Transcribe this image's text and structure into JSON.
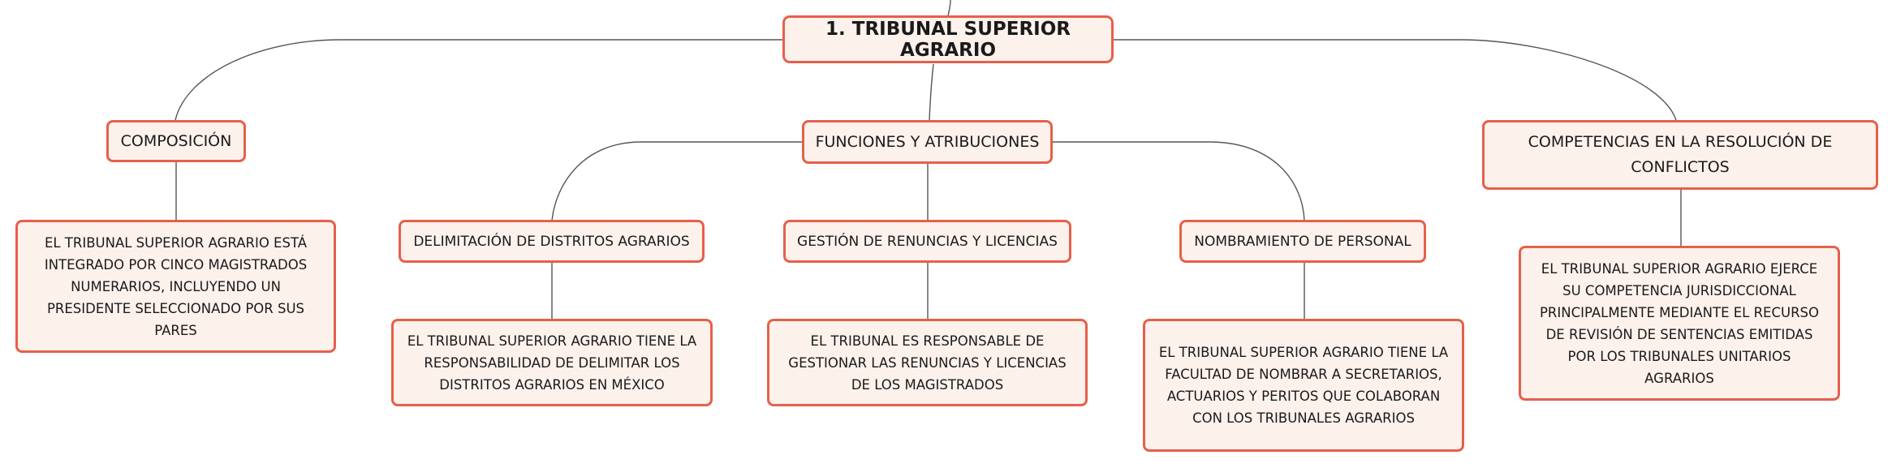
{
  "root": {
    "label": "1. TRIBUNAL SUPERIOR AGRARIO"
  },
  "composicion": {
    "label": "COMPOSICIÓN",
    "detail": "EL TRIBUNAL SUPERIOR AGRARIO ESTÁ INTEGRADO POR CINCO MAGISTRADOS NUMERARIOS, INCLUYENDO UN PRESIDENTE SELECCIONADO POR SUS PARES"
  },
  "funciones": {
    "label": "FUNCIONES Y ATRIBUCIONES",
    "delimitacion": {
      "label": "DELIMITACIÓN DE DISTRITOS AGRARIOS",
      "detail": "EL TRIBUNAL SUPERIOR AGRARIO TIENE LA RESPONSABILIDAD DE DELIMITAR LOS DISTRITOS AGRARIOS EN MÉXICO"
    },
    "gestion": {
      "label": "GESTIÓN DE RENUNCIAS Y LICENCIAS",
      "detail": "EL TRIBUNAL ES RESPONSABLE DE GESTIONAR LAS RENUNCIAS Y LICENCIAS DE LOS MAGISTRADOS"
    },
    "nombramiento": {
      "label": "NOMBRAMIENTO DE PERSONAL",
      "detail": "EL TRIBUNAL SUPERIOR AGRARIO TIENE LA FACULTAD DE NOMBRAR A SECRETARIOS, ACTUARIOS Y PERITOS QUE COLABORAN CON LOS TRIBUNALES AGRARIOS"
    }
  },
  "competencias": {
    "label": "COMPETENCIAS EN LA RESOLUCIÓN DE CONFLICTOS",
    "detail": "EL TRIBUNAL SUPERIOR AGRARIO EJERCE SU COMPETENCIA JURISDICCIONAL PRINCIPALMENTE MEDIANTE EL RECURSO DE REVISIÓN DE SENTENCIAS EMITIDAS POR LOS TRIBUNALES UNITARIOS AGRARIOS"
  },
  "colors": {
    "node_border": "#e5604a",
    "node_fill": "#fdf1ec",
    "connector": "#555555"
  }
}
